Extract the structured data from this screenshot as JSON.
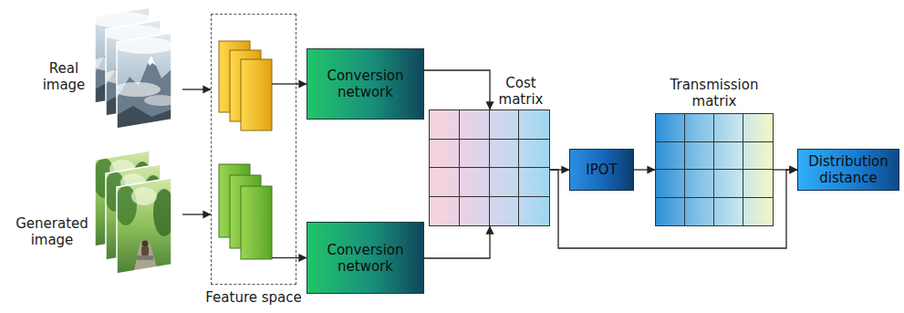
{
  "diagram": {
    "nodes": [
      {
        "text": [
          "Real image"
        ]
      },
      {
        "text": [
          "Generated image"
        ]
      },
      {
        "text": [
          "Feature space"
        ]
      },
      {
        "text": [
          "Conversion network"
        ]
      },
      {
        "text": [
          "Conversion network"
        ]
      },
      {
        "text": [
          "Cost matrix"
        ]
      },
      {
        "text": [
          "IPOT"
        ]
      },
      {
        "text": [
          "Transmission matrix"
        ]
      },
      {
        "text": [
          "Distribution distance"
        ]
      }
    ],
    "edges": [
      {
        "from": 0,
        "to": 2,
        "arrow": "to"
      },
      {
        "from": 1,
        "to": 2,
        "arrow": "to"
      },
      {
        "from": 2,
        "to": 3,
        "arrow": "to"
      },
      {
        "from": 2,
        "to": 4,
        "arrow": "to"
      },
      {
        "from": 3,
        "to": 5,
        "arrow": "to"
      },
      {
        "from": 4,
        "to": 5,
        "arrow": "to"
      },
      {
        "from": 5,
        "to": 6,
        "arrow": "to"
      },
      {
        "from": 6,
        "to": 7,
        "arrow": "to"
      },
      {
        "from": 7,
        "to": 8,
        "arrow": "to"
      },
      {
        "from": 5,
        "to": 8,
        "arrow": "to"
      }
    ]
  }
}
